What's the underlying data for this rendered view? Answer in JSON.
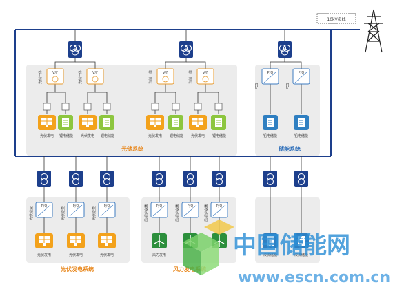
{
  "grid": {
    "label": "10kV母线",
    "icon": "transmission-tower-icon"
  },
  "converter_vf": "V/F",
  "converter_pq": "P/Q",
  "systems": {
    "pv_storage": {
      "label": "光储系统",
      "groups": [
        {
          "vertical_a": "光储一体",
          "vertical_b": "光储一体",
          "pv_label": "光伏发电",
          "battery_label": "锂电储能",
          "pv_label_2": "光伏发电",
          "battery_label_2": "锂电储能"
        },
        {
          "vertical_a": "光储一体",
          "vertical_b": "光储一体",
          "pv_label": "光伏发电",
          "battery_label": "锂电储能",
          "pv_label_2": "光伏发电",
          "battery_label_2": "锂电储能"
        }
      ]
    },
    "storage": {
      "label": "储能系统",
      "left_vertical": "PCS",
      "right_vertical": "PCS",
      "battery_label_1": "铅电储能",
      "battery_label_2": "铅电储能"
    },
    "pv_gen": {
      "label": "光伏发电系统",
      "vertical_1": "光伏逆变",
      "vertical_2": "光伏逆变",
      "vertical_3": "光伏逆变",
      "pv_label_1": "光伏发电",
      "pv_label_2": "光伏发电",
      "pv_label_3": "光伏发电"
    },
    "wind_gen": {
      "label": "风力发电系统",
      "vertical_1": "风机逆变器",
      "vertical_2": "风机逆变器",
      "vertical_3": "风机逆变器",
      "wind_label_1": "风力发电"
    },
    "storage_2": {
      "label_1": "液流储能",
      "label_2": "液流储能"
    }
  },
  "watermark": {
    "line1": "中国储能网",
    "line2": "www.escn.com.cn"
  },
  "colors": {
    "bus": "#1d3f8c",
    "orange": "#f3a21c",
    "green": "#8dc63f",
    "blue": "#2f7fc1",
    "wind": "#2c8f3c"
  }
}
